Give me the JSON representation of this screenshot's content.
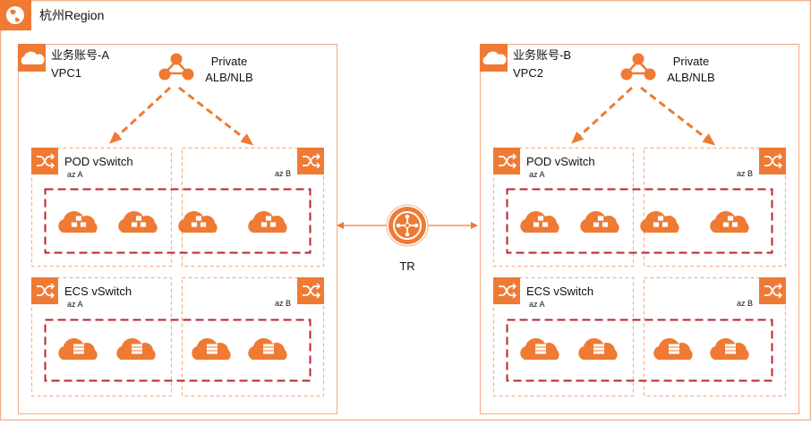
{
  "region": {
    "title": "杭州Region",
    "icon": "globe-icon"
  },
  "tr": {
    "label": "TR",
    "icon": "transit-router-icon"
  },
  "colors": {
    "accent": "#ef7a34",
    "light_border": "#f5b08a",
    "red_dash": "#b8232f"
  },
  "vpcs": [
    {
      "account": "业务账号-A",
      "vpc": "VPC1",
      "lb": {
        "line1": "Private",
        "line2": "ALB/NLB"
      },
      "pod_vswitch": {
        "label": "POD vSwitch",
        "az_a": "az A",
        "az_b": "az B"
      },
      "ecs_vswitch": {
        "label": "ECS vSwitch",
        "az_a": "az A",
        "az_b": "az B"
      }
    },
    {
      "account": "业务账号-B",
      "vpc": "VPC2",
      "lb": {
        "line1": "Private",
        "line2": "ALB/NLB"
      },
      "pod_vswitch": {
        "label": "POD vSwitch",
        "az_a": "az A",
        "az_b": "az B"
      },
      "ecs_vswitch": {
        "label": "ECS vSwitch",
        "az_a": "az A",
        "az_b": "az B"
      }
    }
  ]
}
